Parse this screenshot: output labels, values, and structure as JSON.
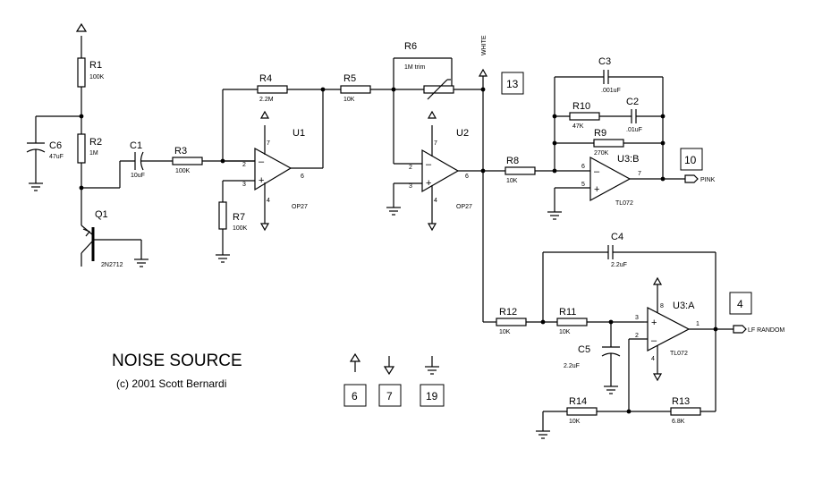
{
  "title": "NOISE SOURCE",
  "credit": "(c) 2001  Scott Bernardi",
  "components": {
    "r1": {
      "ref": "R1",
      "value": "100K"
    },
    "r2": {
      "ref": "R2",
      "value": "1M"
    },
    "r3": {
      "ref": "R3",
      "value": "100K"
    },
    "r4": {
      "ref": "R4",
      "value": "2.2M"
    },
    "r5": {
      "ref": "R5",
      "value": "10K"
    },
    "r6": {
      "ref": "R6",
      "value": "1M trim"
    },
    "r7": {
      "ref": "R7",
      "value": "100K"
    },
    "r8": {
      "ref": "R8",
      "value": "10K"
    },
    "r9": {
      "ref": "R9",
      "value": "270K"
    },
    "r10": {
      "ref": "R10",
      "value": "47K"
    },
    "r11": {
      "ref": "R11",
      "value": "10K"
    },
    "r12": {
      "ref": "R12",
      "value": "10K"
    },
    "r13": {
      "ref": "R13",
      "value": "6.8K"
    },
    "r14": {
      "ref": "R14",
      "value": "10K"
    },
    "c1": {
      "ref": "C1",
      "value": "10uF"
    },
    "c2": {
      "ref": "C2",
      "value": ".01uF"
    },
    "c3": {
      "ref": "C3",
      "value": ".001uF"
    },
    "c4": {
      "ref": "C4",
      "value": "2.2uF"
    },
    "c5": {
      "ref": "C5",
      "value": "2.2uF"
    },
    "c6": {
      "ref": "C6",
      "value": "47uF"
    },
    "q1": {
      "ref": "Q1",
      "value": "2N2712"
    },
    "u1": {
      "ref": "U1",
      "value": "OP27"
    },
    "u2": {
      "ref": "U2",
      "value": "OP27"
    },
    "u3a": {
      "ref": "U3:A",
      "value": "TL072"
    },
    "u3b": {
      "ref": "U3:B",
      "value": "TL072"
    }
  },
  "nets": {
    "white": "WHITE",
    "pink": "PINK",
    "lf_random": "LF RANDOM"
  },
  "connectors": {
    "white": "13",
    "pink": "10",
    "lf_random": "4"
  },
  "legend": {
    "vplus": "6",
    "vminus": "7",
    "ground": "19"
  },
  "pins": {
    "u1_minus": "2",
    "u1_plus": "3",
    "u1_out": "6",
    "u1_vp": "7",
    "u1_vn": "4",
    "u2_minus": "2",
    "u2_plus": "3",
    "u2_out": "6",
    "u2_vp": "7",
    "u2_vn": "4",
    "u3b_minus": "6",
    "u3b_plus": "5",
    "u3b_out": "7",
    "u3a_plus": "3",
    "u3a_minus": "2",
    "u3a_out": "1",
    "u3a_vp": "8",
    "u3a_vn": "4"
  }
}
